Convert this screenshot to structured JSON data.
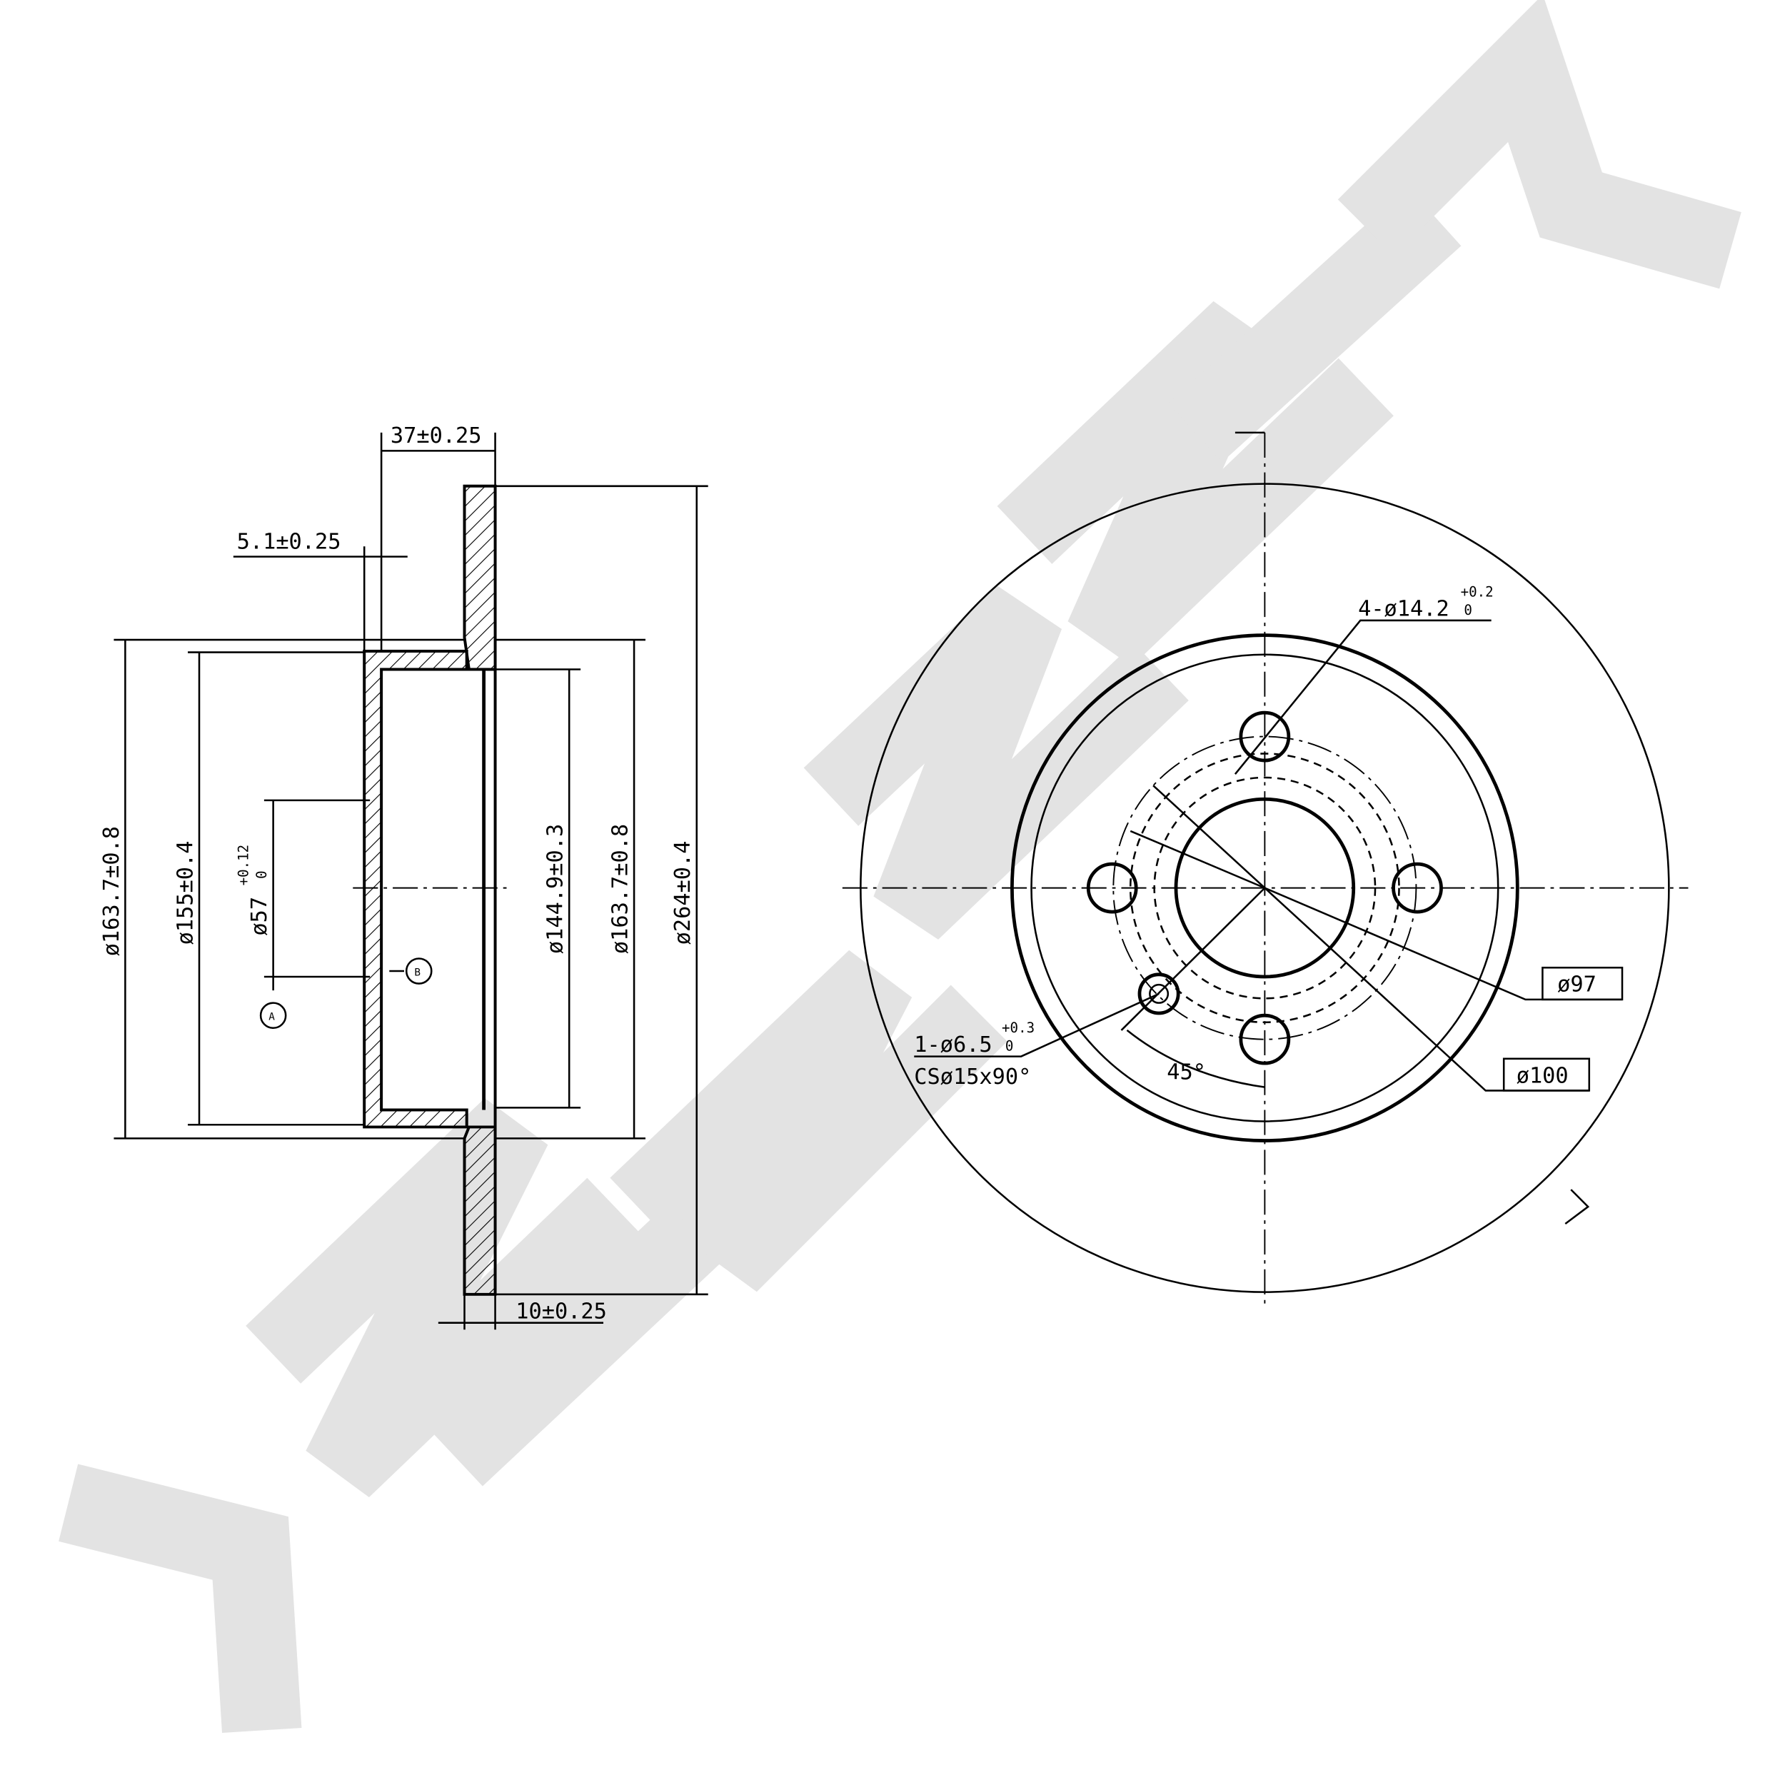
{
  "watermark": {
    "logo_text": "ZENNEK",
    "color": "#e3e3e3"
  },
  "side_view": {
    "dims": {
      "offset": "37±0.25",
      "hat_thickness": "5.1±0.25",
      "disc_thickness": "10±0.25",
      "d_outer_hat_left": "ø163.7±0.8",
      "d_hat_inner": "ø155±0.4",
      "d_center_bore": "ø57",
      "d_center_bore_tol_upper": "+0.12",
      "d_center_bore_tol_lower": "0",
      "d_inner_face": "ø144.9±0.3",
      "d_outer_hat_right": "ø163.7±0.8",
      "d_disc": "ø264±0.4"
    },
    "datums": {
      "a": "A",
      "b": "B"
    }
  },
  "front_view": {
    "bolt_holes": {
      "label": "4-ø14.2",
      "tol_upper": "+0.2",
      "tol_lower": "0"
    },
    "pitch_97": "ø97",
    "pitch_100": "ø100",
    "locating_hole": {
      "label": "1-ø6.5",
      "tol_upper": "+0.3",
      "tol_lower": "0",
      "countersink": "CSø15x90°"
    },
    "angle": "45°"
  }
}
